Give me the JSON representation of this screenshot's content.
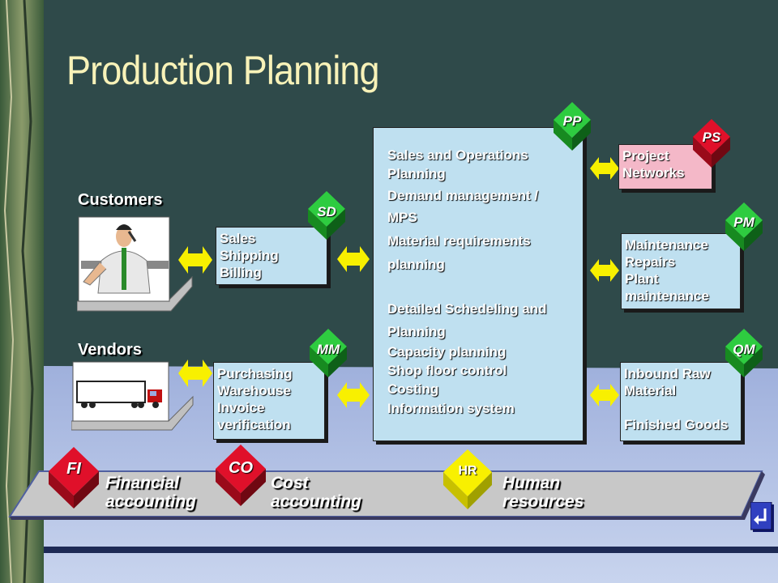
{
  "title": "Production Planning",
  "labels": {
    "customers": "Customers",
    "vendors": "Vendors"
  },
  "sd_box": {
    "badge": "SD",
    "lines": [
      "Sales",
      "Shipping",
      "Billing"
    ]
  },
  "mm_box": {
    "badge": "MM",
    "lines": [
      "Purchasing",
      "Warehouse",
      "Invoice",
      "verification"
    ]
  },
  "pp_box": {
    "badge": "PP",
    "lines": [
      "Sales and Operations",
      "Planning",
      "Demand management /",
      "MPS",
      "Material requirements",
      "planning",
      "Detailed Schedeling and",
      "Planning",
      "Capacity planning",
      "Shop floor control",
      "Costing",
      "Information system"
    ]
  },
  "ps_box": {
    "badge": "PS",
    "lines": [
      "Project",
      "Networks"
    ]
  },
  "pm_box": {
    "badge": "PM",
    "lines": [
      "Maintenance",
      "Repairs",
      "Plant",
      "maintenance"
    ]
  },
  "qm_box": {
    "badge": "QM",
    "lines": [
      "Inbound Raw",
      "Material",
      "",
      "Finished Goods"
    ]
  },
  "bottom": {
    "fi_badge": "FI",
    "fi_line1": "Financial",
    "fi_line2": "accounting",
    "co_badge": "CO",
    "co_line1": "Cost",
    "co_line2": "accounting",
    "hr_badge": "HR",
    "hr_line1": "Human",
    "hr_line2": "resources"
  },
  "colors": {
    "green_badge": "#2ecc40",
    "red_badge": "#e0102a",
    "yellow": "#f8f000",
    "box_fill": "#bfe0f0",
    "ps_fill": "#f4b8c8",
    "title": "#f8f2b8"
  }
}
